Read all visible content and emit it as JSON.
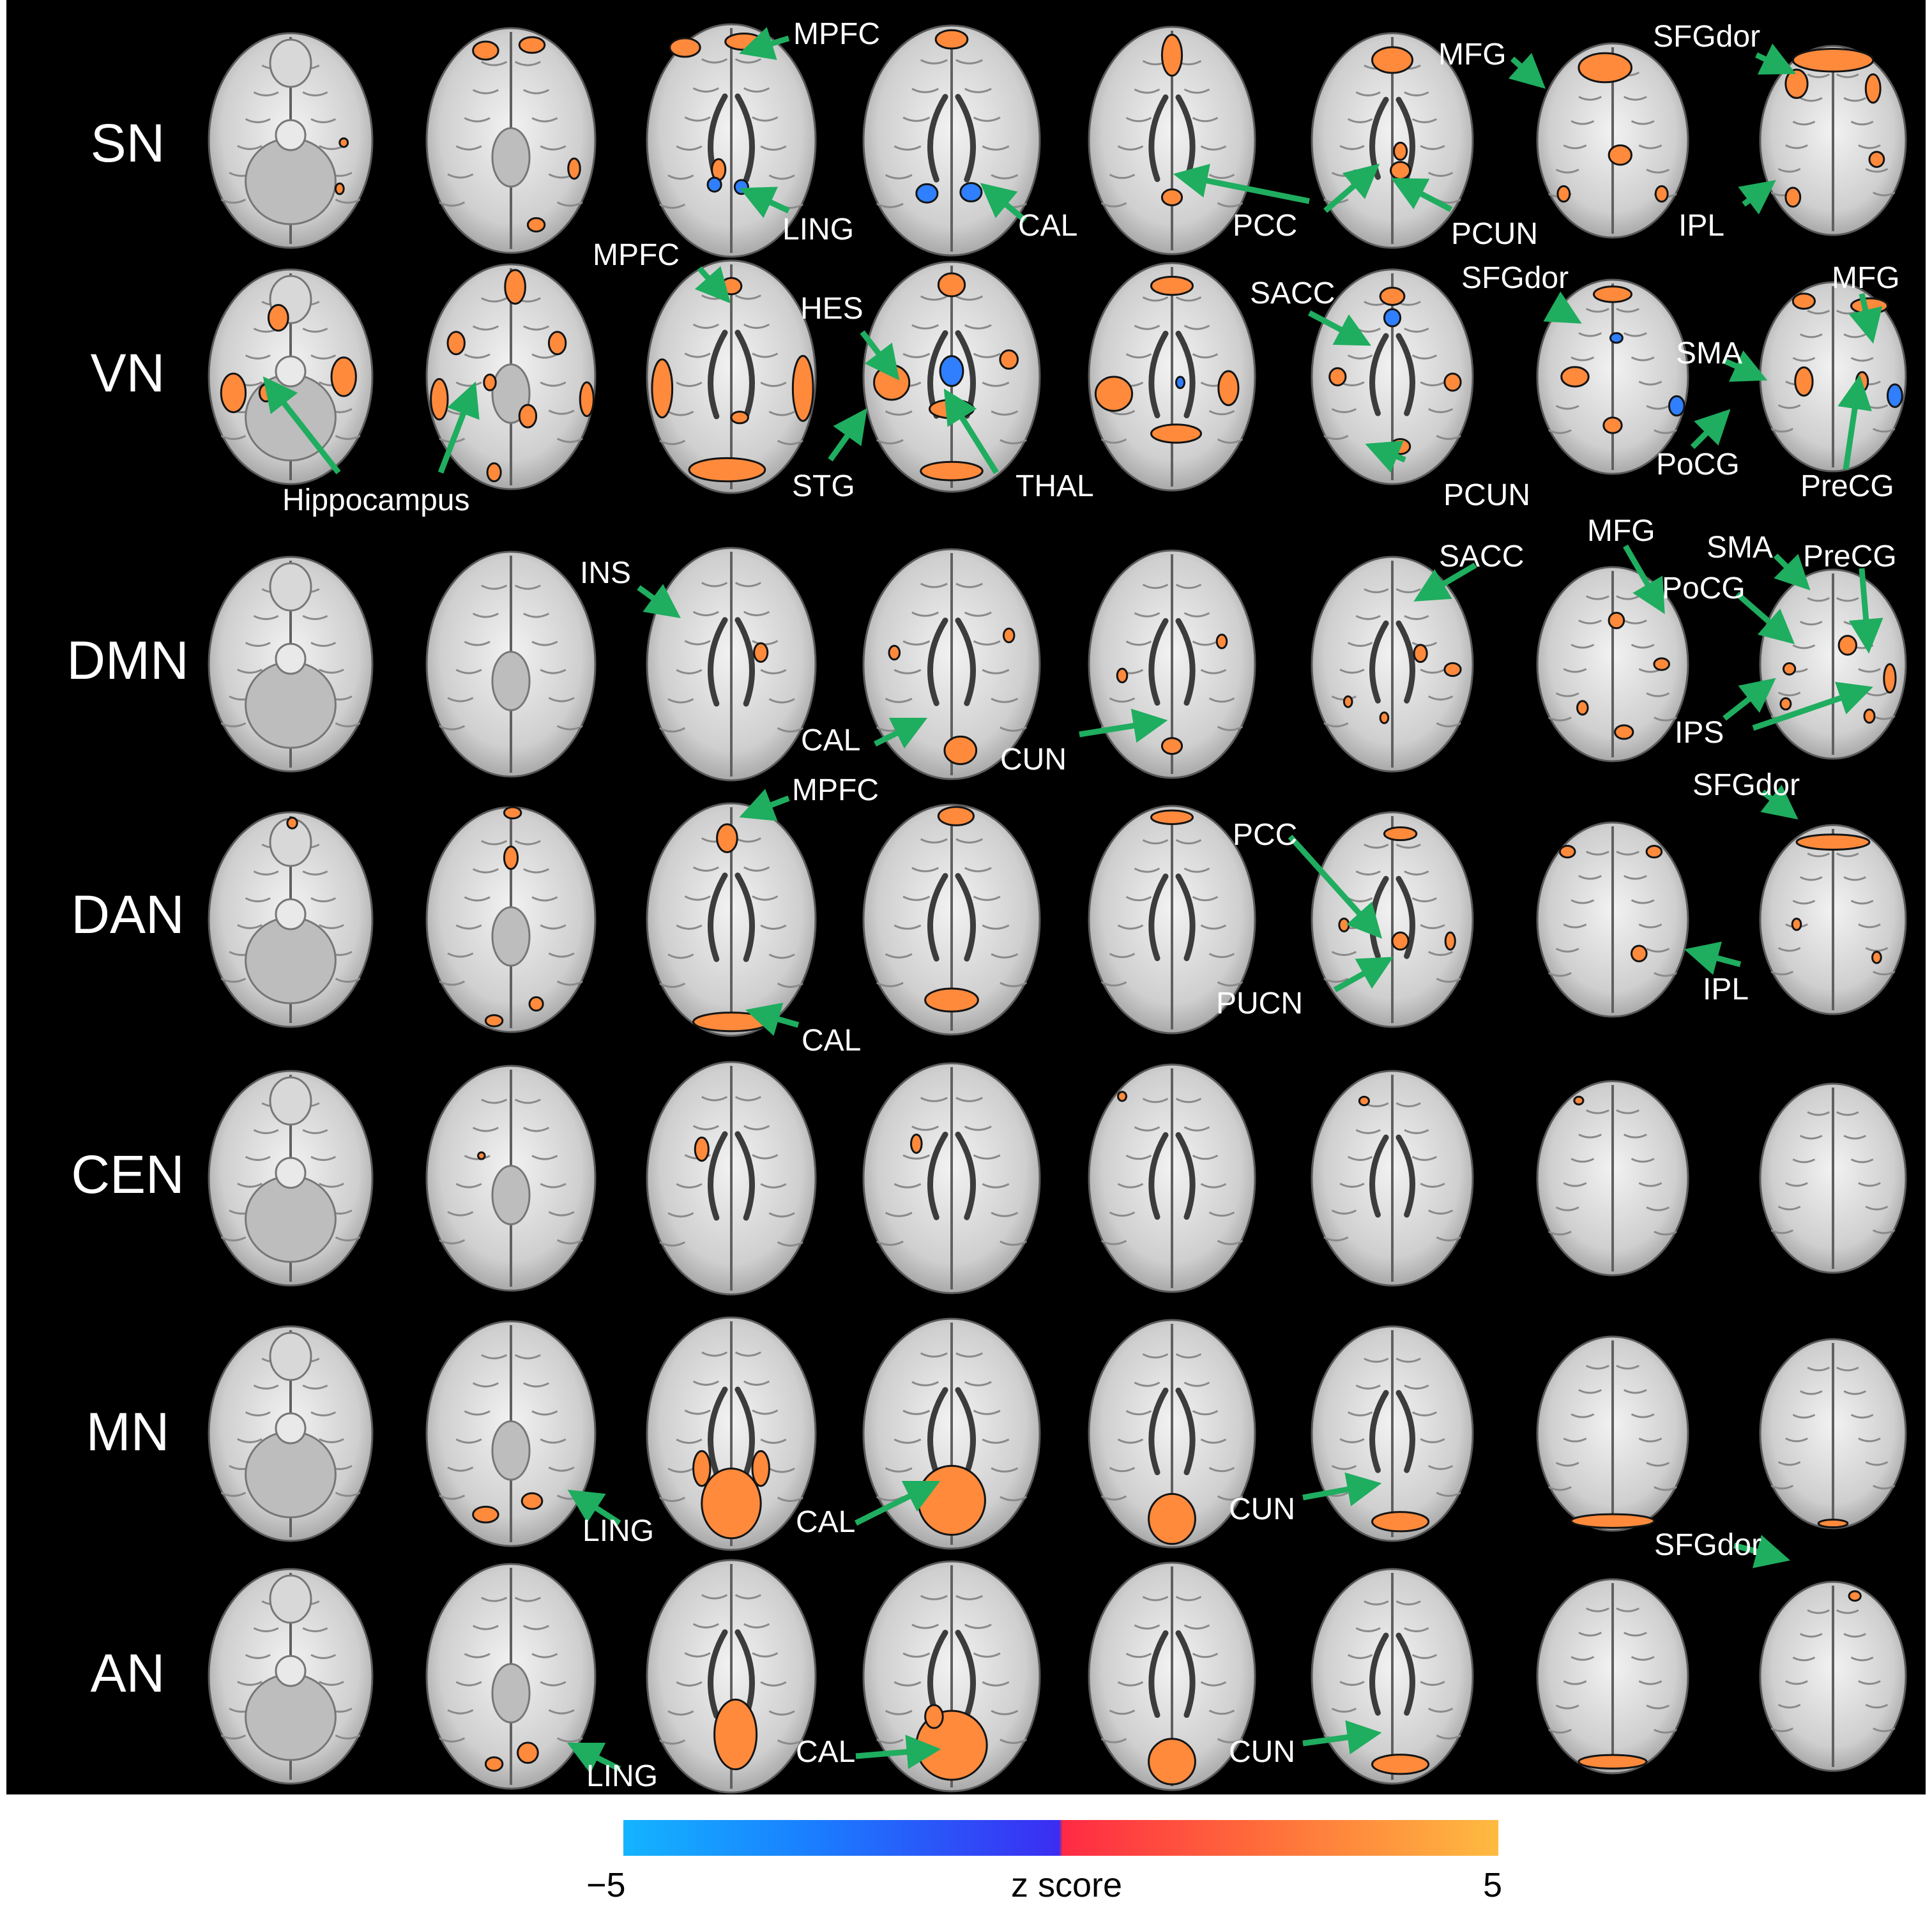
{
  "rows": [
    "SN",
    "VN",
    "DMN",
    "DAN",
    "CEN",
    "MN",
    "AN"
  ],
  "annotations": {
    "sn": [
      "MPFC",
      "LING",
      "CAL",
      "PCC",
      "PCUN",
      "MFG",
      "SFGdor",
      "IPL"
    ],
    "vn": [
      "MPFC",
      "HES",
      "STG",
      "THAL",
      "SACC",
      "PCUN",
      "SFGdor",
      "MFG",
      "SMA",
      "PoCG",
      "PreCG",
      "Hippocampus"
    ],
    "dmn": [
      "INS",
      "CAL",
      "CUN",
      "SACC",
      "MFG",
      "SMA",
      "PreCG",
      "PoCG",
      "IPS"
    ],
    "dan": [
      "MPFC",
      "CAL",
      "PCC",
      "PUCN",
      "SFGdor",
      "IPL"
    ],
    "mn": [
      "LING",
      "CAL",
      "CUN"
    ],
    "an": [
      "LING",
      "CAL",
      "CUN",
      "SFGdor"
    ]
  },
  "colorbar": {
    "min": "−5",
    "label": "z score",
    "max": "5"
  },
  "colors": {
    "positive": "#ff8a3c",
    "negative": "#2f7fff",
    "arrow": "#1fad5f",
    "background": "#000000"
  }
}
